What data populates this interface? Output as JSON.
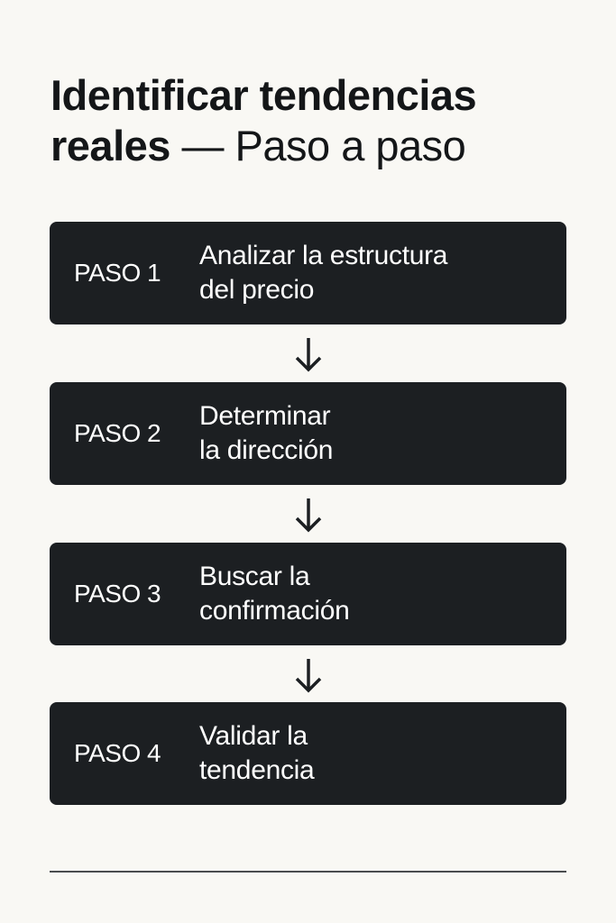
{
  "title": {
    "line1_bold": "Identificar tendencias",
    "line2_bold": "reales",
    "line2_rest": " — Paso a paso"
  },
  "steps": [
    {
      "label": "PASO 1",
      "line1": "Analizar la estructura",
      "line2": "del precio"
    },
    {
      "label": "PASO 2",
      "line1": "Determinar",
      "line2": "la dirección"
    },
    {
      "label": "PASO 3",
      "line1": "Buscar la",
      "line2": "confirmación"
    },
    {
      "label": "PASO 4",
      "line1": "Validar la",
      "line2": "tendencia"
    }
  ],
  "icons": {
    "connector": "arrow-down-icon"
  },
  "colors": {
    "background": "#f9f8f4",
    "step_box": "#1c1f22",
    "step_text": "#ffffff",
    "title_text": "#141618",
    "divider": "#4a4c4e"
  }
}
